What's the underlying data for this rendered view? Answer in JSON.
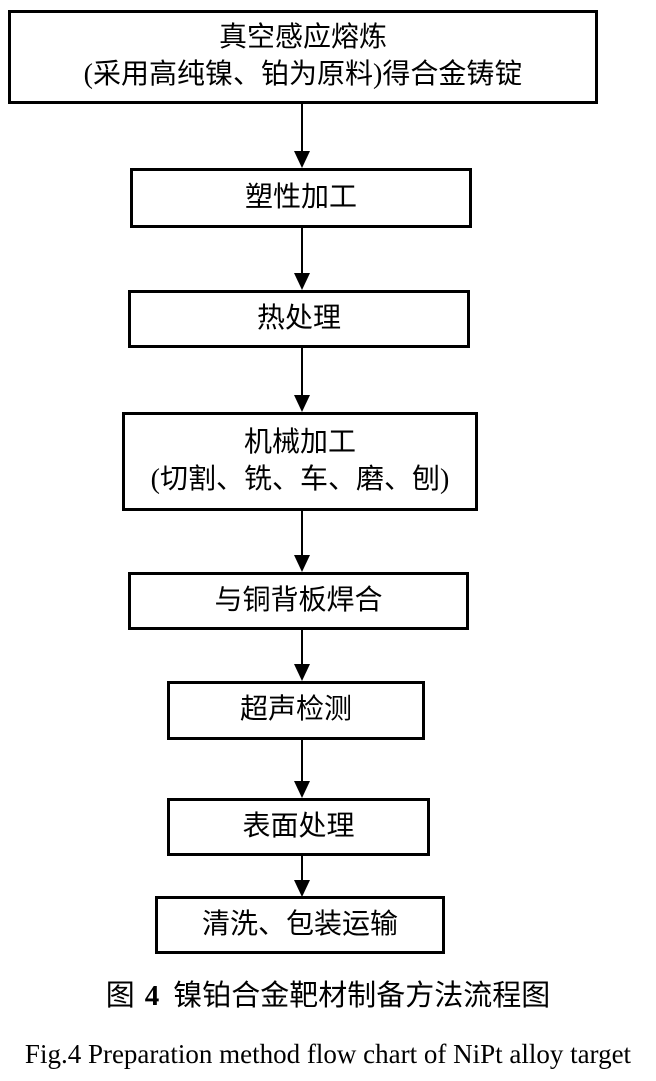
{
  "figure": {
    "steps": [
      {
        "id": "vacuum-induction-melting",
        "line1": "真空感应熔炼",
        "line2": "(采用高纯镍、铂为原料)得合金铸锭"
      },
      {
        "id": "plastic-working",
        "line1": "塑性加工"
      },
      {
        "id": "heat-treatment",
        "line1": "热处理"
      },
      {
        "id": "machining",
        "line1": "机械加工",
        "line2": "(切割、铣、车、磨、刨)"
      },
      {
        "id": "welding-to-copper-backplate",
        "line1": "与铜背板焊合"
      },
      {
        "id": "ultrasonic-testing",
        "line1": "超声检测"
      },
      {
        "id": "surface-treatment",
        "line1": "表面处理"
      },
      {
        "id": "cleaning-packaging-shipping",
        "line1": "清洗、包装运输"
      }
    ],
    "caption_zh": {
      "prefix": "图",
      "number": "4",
      "title": "镍铂合金靶材制备方法流程图"
    },
    "caption_en": "Fig.4 Preparation method flow chart of NiPt alloy target",
    "colors": {
      "line": "#000000",
      "background": "#ffffff"
    }
  }
}
